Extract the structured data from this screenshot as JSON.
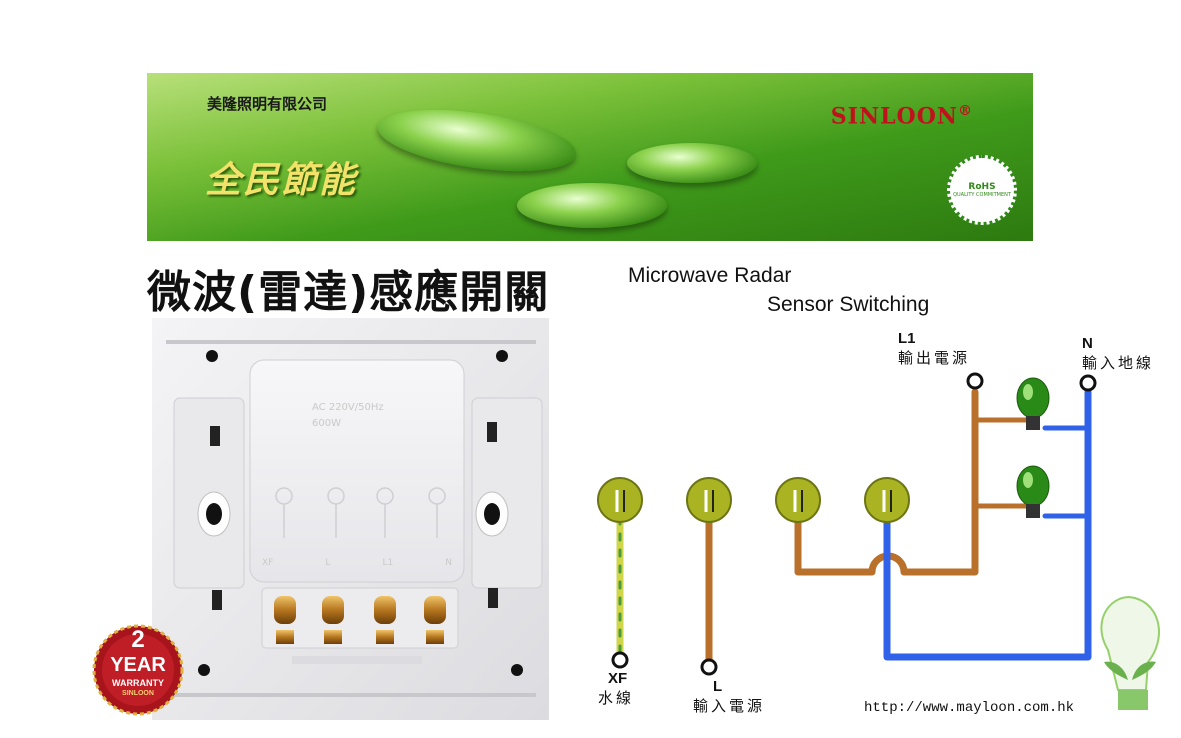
{
  "banner": {
    "company": "美隆照明有限公司",
    "slogan": "全民節能",
    "brand": "SINLOON",
    "brand_mark": "®",
    "badge_title": "RoHS",
    "badge_sub": "QUALITY COMMITMENT"
  },
  "title": {
    "cn": "微波(雷達)感應開關",
    "en_line1": "Microwave Radar",
    "en_line2": "Sensor Switching"
  },
  "product": {
    "faceplate_lines": [
      "AC 220V/50Hz",
      "600W",
      "",
      ""
    ],
    "terminal_labels": [
      "XF",
      "L",
      "L1",
      "N"
    ]
  },
  "wiring": {
    "L1_label": "L1",
    "L1_cn": "輸出電源",
    "N_label": "N",
    "N_cn": "輸入地線",
    "XF_label": "XF",
    "XF_cn": "水線",
    "L_label": "L",
    "L_cn": "輸入電源",
    "colors": {
      "brown": "#b8702a",
      "blue": "#2f62e8",
      "yellowgreen": "#cfd64a",
      "terminal": "#aab423"
    },
    "icons": [
      "lightbulb-icon",
      "lightbulb-icon"
    ]
  },
  "warranty": {
    "number": "2",
    "year": "YEAR",
    "word": "WARRANTY",
    "brand": "SINLOON"
  },
  "url": "http://www.mayloon.com.hk"
}
